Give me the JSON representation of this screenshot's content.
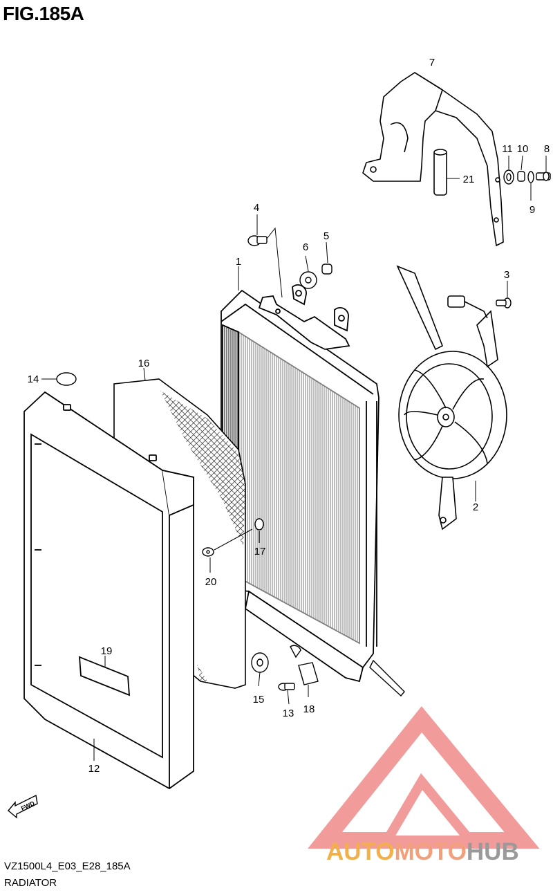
{
  "figure_title": "FIG.185A",
  "footer": {
    "code": "VZ1500L4_E03_E28_185A",
    "name": "RADIATOR"
  },
  "fwd_label": "FWD",
  "callouts": [
    "1",
    "2",
    "3",
    "4",
    "5",
    "6",
    "7",
    "8",
    "9",
    "10",
    "11",
    "12",
    "13",
    "14",
    "15",
    "16",
    "17",
    "18",
    "19",
    "20",
    "21"
  ],
  "watermark": {
    "part1": "AUTO",
    "part2": "MOTO",
    "part3": "HUB",
    "colors": {
      "auto": "#f2b04a",
      "moto": "#f2a07c",
      "hub": "#9a9a9a",
      "triangle": "#f08a8a"
    }
  }
}
